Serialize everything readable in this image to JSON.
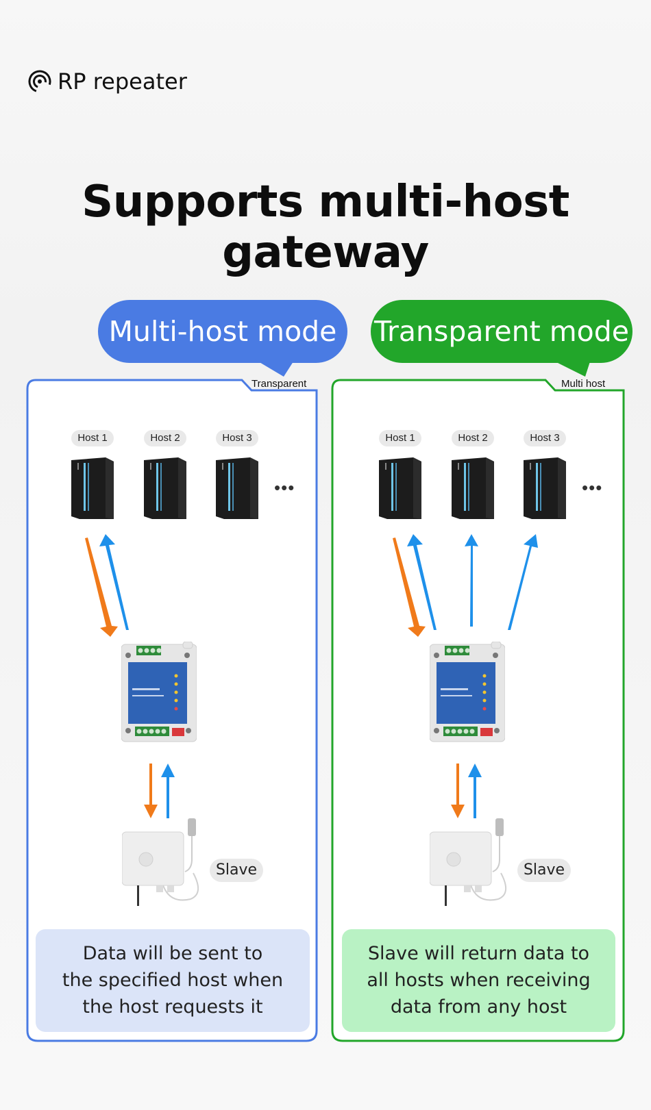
{
  "header": {
    "brand": "RP repeater",
    "brand_icon": "signal-icon",
    "title": "Supports multi-host gateway"
  },
  "colors": {
    "blue": "#4a7be3",
    "green": "#22a62a",
    "orange_arrow": "#f07a1a",
    "blue_arrow": "#1e90ea",
    "desc_blue_bg": "#dbe4f8",
    "desc_green_bg": "#b9f2c4"
  },
  "panels": [
    {
      "mode": "Multi-host mode",
      "tab": "Transparent",
      "hosts": [
        "Host 1",
        "Host 2",
        "Host 3"
      ],
      "more": "•••",
      "slave": "Slave",
      "description": [
        "Data will be sent to",
        "the specified host when",
        "the host requests it"
      ]
    },
    {
      "mode": "Transparent mode",
      "tab": "Multi host",
      "hosts": [
        "Host 1",
        "Host 2",
        "Host 3"
      ],
      "more": "•••",
      "slave": "Slave",
      "description": [
        "Slave will return data to",
        "all hosts when receiving",
        "data from any host"
      ]
    }
  ]
}
